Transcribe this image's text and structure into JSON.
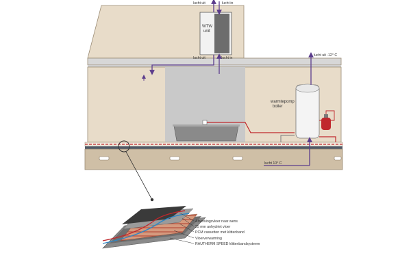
{
  "wtw_unit": {
    "title_line1": "WTW",
    "title_line2": "unit",
    "top_out": "lucht uit",
    "top_in": "lucht in",
    "bottom_out": "lucht uit",
    "bottom_in": "lucht in"
  },
  "boiler": {
    "label_line1": "warmtepomp",
    "label_line2": "boiler",
    "air_out": "lucht uit -12° C",
    "air_in": "lucht 10° C"
  },
  "callout": {
    "layers": [
      "Afwerkingsvloer naar wens",
      "25 mm anhydriet vloer",
      "PCM cassetten met klittenband",
      "Vloerverwarming",
      "RAUTHERM SPEED klittenbandsysteem"
    ]
  },
  "colors": {
    "wall_fill": "#e8dcc9",
    "wall_stroke": "#9a8b74",
    "floor_band": "#cfbfa6",
    "roof_grey": "#d7d7d7",
    "bathroom_grey": "#c9c9c9",
    "pipe_red": "#c0282d",
    "air_purple": "#5b3c8c",
    "pipe_blue": "#2f86c5"
  }
}
